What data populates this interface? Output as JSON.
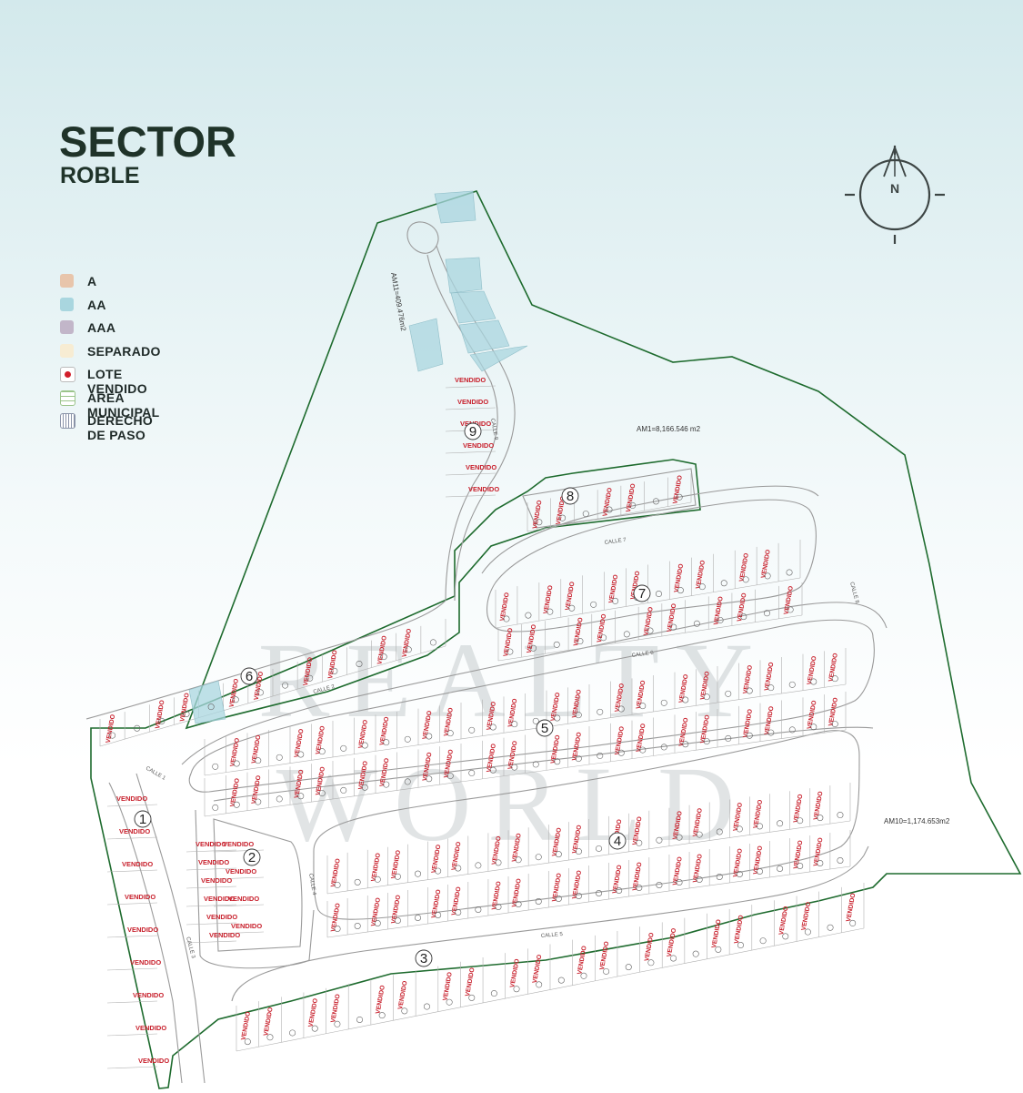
{
  "title": {
    "line1": "SECTOR",
    "line2": "ROBLE"
  },
  "compass": {
    "label": "N"
  },
  "legend": [
    {
      "label": "A",
      "color": "#e8c5ab"
    },
    {
      "label": "AA",
      "color": "#a9d6df"
    },
    {
      "label": "AAA",
      "color": "#c2b6c9"
    },
    {
      "label": "SEPARADO",
      "color": "#f7ecd3"
    },
    {
      "label": "LOTE VENDIDO",
      "color": "#d21e2b"
    },
    {
      "label": "ÁREA MUNICIPAL",
      "color": "#9bc48a"
    },
    {
      "label": "DERECHO DE PASO",
      "color": "#8a93a8"
    }
  ],
  "blocks": [
    "1",
    "2",
    "3",
    "4",
    "5",
    "6",
    "7",
    "8",
    "9"
  ],
  "area_labels": {
    "am1": "AM1=8,166.546 m2",
    "am10": "AM10=1,174.653m2",
    "am11": "AM11=409.476m2"
  },
  "streets": {
    "calle1": "CALLE 1",
    "calle2": "CALLE 2",
    "calle3": "CALLE 3",
    "calle4": "CALLE 4",
    "calle5": "CALLE 5",
    "calle6": "CALLE 6",
    "calle7": "CALLE 7",
    "calle8": "CALLE 8",
    "calle9": "CALLE 9"
  },
  "sold_label": "VENDIDO",
  "watermark": "REALTY WORLD",
  "colors": {
    "boundary": "#1e6b2e",
    "lines": "#8a8a8a",
    "sold": "#c8202c",
    "aa": "#a9d6df",
    "title": "#1f3329"
  }
}
